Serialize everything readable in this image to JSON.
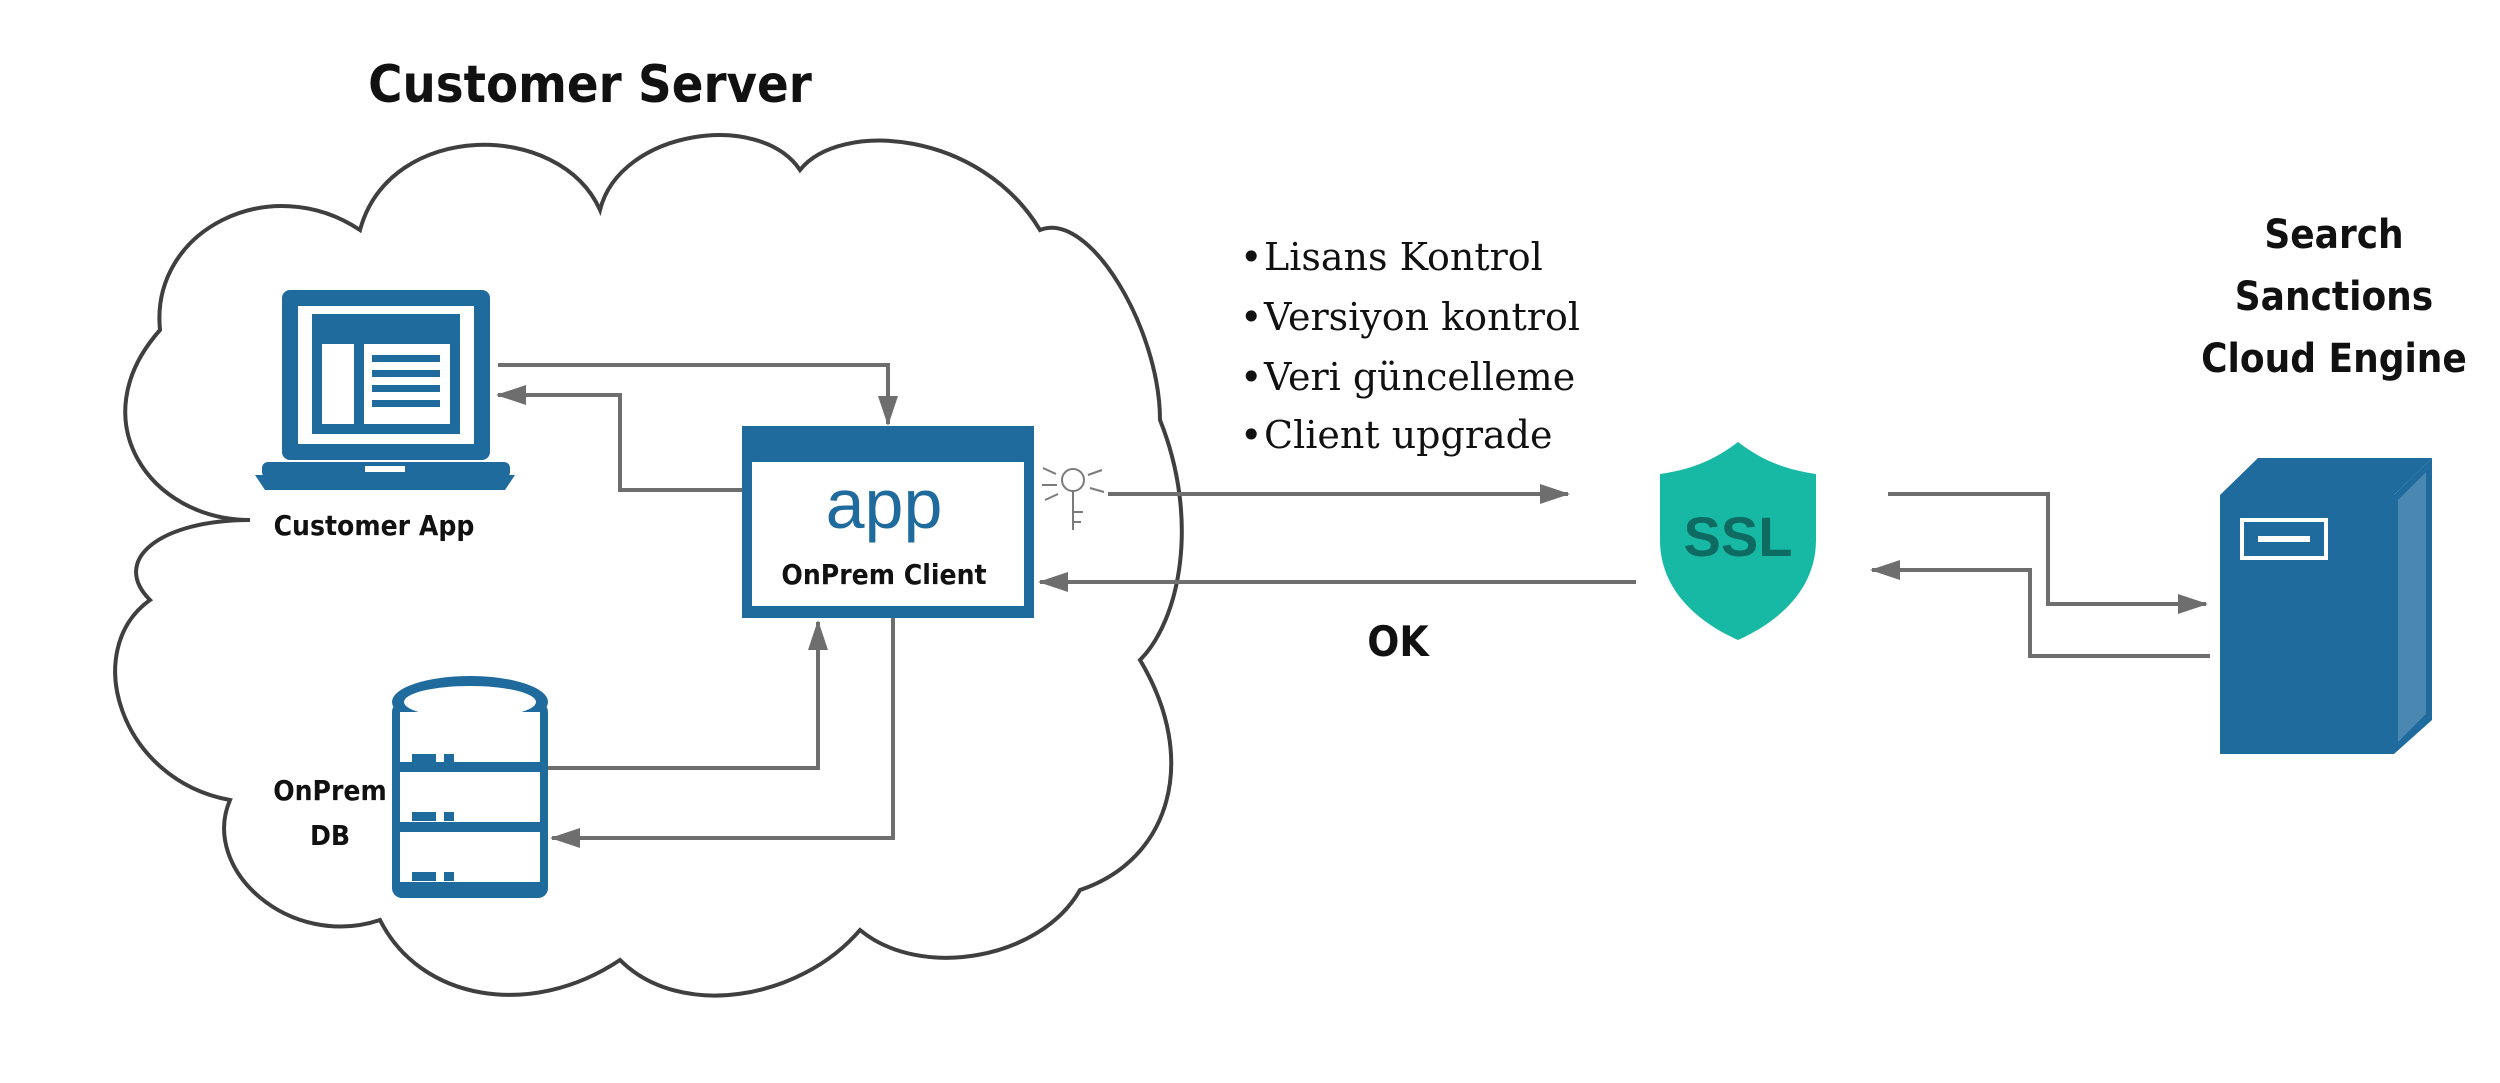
{
  "colors": {
    "primary": "#1f6b9e",
    "arrow": "#6e6e6e",
    "cloud_outline": "#3f3f3f",
    "ssl_shield": "#17b9a4",
    "ssl_text": "#0e6b62",
    "text": "#111111"
  },
  "cloud": {
    "title": "Customer Server"
  },
  "customer_app": {
    "label": "Customer App",
    "icon": "laptop-icon"
  },
  "onprem_client": {
    "app_text": "app",
    "label": "OnPrem Client",
    "icon": "key-icon"
  },
  "onprem_db": {
    "label_line1": "OnPrem",
    "label_line2": "DB",
    "icon": "database-icon"
  },
  "checks": {
    "bullet": "•",
    "items": [
      "Lisans Kontrol",
      "Versiyon kontrol",
      "Veri güncelleme",
      "Client upgrade"
    ]
  },
  "response": {
    "label": "OK"
  },
  "ssl": {
    "label": "SSL",
    "icon": "shield-icon"
  },
  "cloud_engine": {
    "label_line1": "Search",
    "label_line2": "Sanctions",
    "label_line3": "Cloud Engine",
    "icon": "server-icon"
  }
}
